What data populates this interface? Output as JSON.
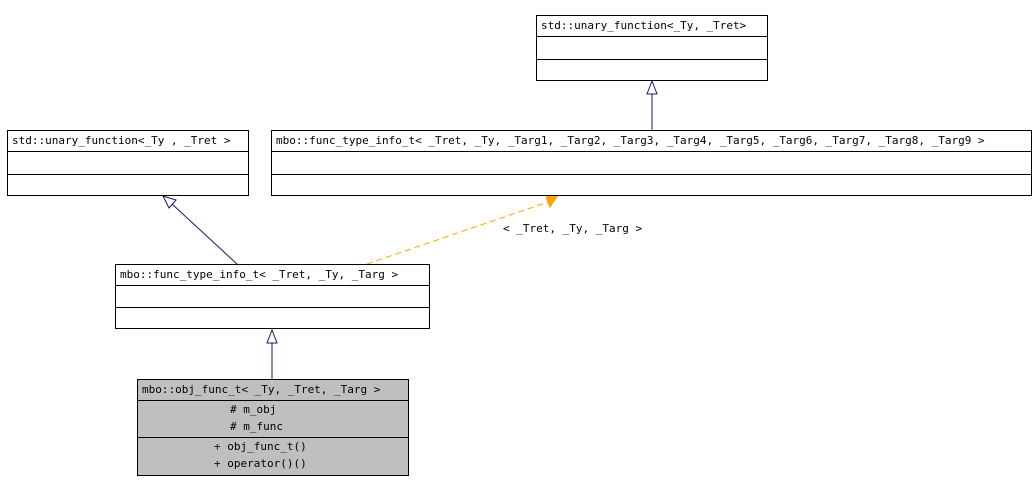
{
  "diagram": {
    "nodes": {
      "unary_top": {
        "title": "std::unary_function<_Ty, _Tret>",
        "attributes": [],
        "methods": []
      },
      "unary_left": {
        "title": "std::unary_function<_Ty , _Tret >",
        "attributes": [],
        "methods": []
      },
      "func_type_info_full": {
        "title": "mbo::func_type_info_t< _Tret, _Ty, _Targ1, _Targ2, _Targ3, _Targ4, _Targ5, _Targ6, _Targ7, _Targ8, _Targ9 >",
        "attributes": [],
        "methods": []
      },
      "func_type_info_single": {
        "title": "mbo::func_type_info_t< _Tret, _Ty, _Targ >",
        "attributes": [],
        "methods": []
      },
      "obj_func": {
        "title": "mbo::obj_func_t< _Ty, _Tret, _Targ >",
        "attributes": [
          "# m_obj",
          "# m_func"
        ],
        "methods": [
          "+ obj_func_t()",
          "+ operator()()"
        ]
      }
    },
    "edges": {
      "template_instantiation_label": "< _Tret, _Ty, _Targ >"
    },
    "colors": {
      "inheritance_edge": "#191970",
      "template_edge": "#ffa500",
      "highlight_fill": "#bfbfbf",
      "box_border": "#000000"
    }
  }
}
